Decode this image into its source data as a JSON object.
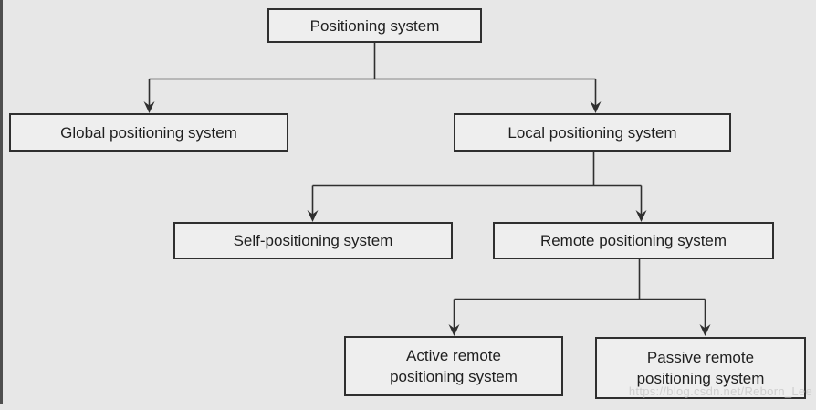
{
  "colors": {
    "background": "#e7e7e7",
    "node_fill": "#eeeeee",
    "line_and_border": "#2f2f2f",
    "text": "#1f1f1f",
    "watermark": "#cfcfcf"
  },
  "watermark": "https://blog.csdn.net/Reborn_Lee",
  "diagram": {
    "type": "tree",
    "nodes": [
      {
        "id": "positioning-system",
        "lines": [
          "Positioning system"
        ]
      },
      {
        "id": "global-positioning-system",
        "lines": [
          "Global positioning system"
        ]
      },
      {
        "id": "local-positioning-system",
        "lines": [
          "Local positioning system"
        ]
      },
      {
        "id": "self-positioning-system",
        "lines": [
          "Self-positioning system"
        ]
      },
      {
        "id": "remote-positioning-system",
        "lines": [
          "Remote positioning system"
        ]
      },
      {
        "id": "active-remote-positioning-system",
        "lines": [
          "Active remote",
          "positioning system"
        ]
      },
      {
        "id": "passive-remote-positioning-system",
        "lines": [
          "Passive remote",
          "positioning system"
        ]
      }
    ],
    "edges": [
      {
        "from": "positioning-system",
        "to": "global-positioning-system"
      },
      {
        "from": "positioning-system",
        "to": "local-positioning-system"
      },
      {
        "from": "local-positioning-system",
        "to": "self-positioning-system"
      },
      {
        "from": "local-positioning-system",
        "to": "remote-positioning-system"
      },
      {
        "from": "remote-positioning-system",
        "to": "active-remote-positioning-system"
      },
      {
        "from": "remote-positioning-system",
        "to": "passive-remote-positioning-system"
      }
    ]
  }
}
